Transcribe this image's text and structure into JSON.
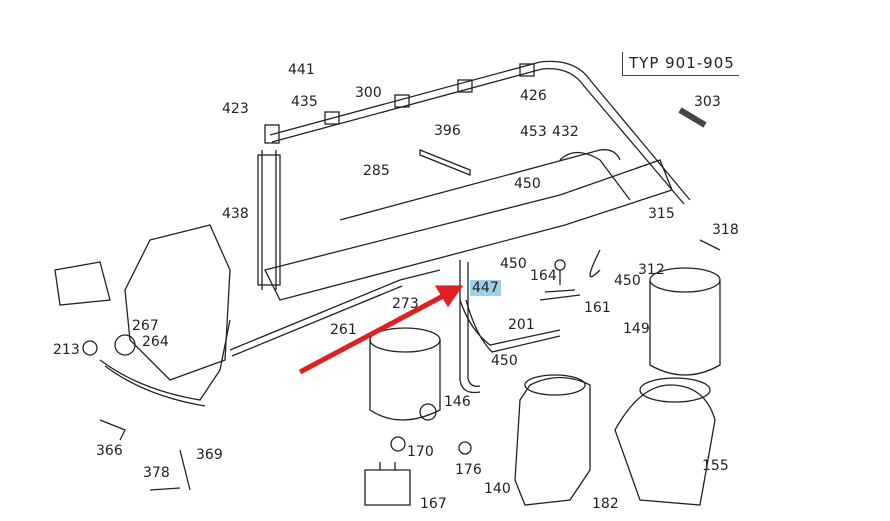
{
  "title_box": "TYP 901-905",
  "highlight_color": "#9fd0e6",
  "arrow_color": "#e02020",
  "highlighted_part": "447",
  "labels": [
    "441",
    "435",
    "300",
    "426",
    "423",
    "303",
    "396",
    "453",
    "432",
    "285",
    "450",
    "438",
    "315",
    "318",
    "450",
    "164",
    "312",
    "450",
    "447",
    "161",
    "273",
    "267",
    "264",
    "261",
    "201",
    "149",
    "213",
    "450",
    "146",
    "366",
    "170",
    "369",
    "176",
    "155",
    "378",
    "140",
    "182",
    "167"
  ]
}
